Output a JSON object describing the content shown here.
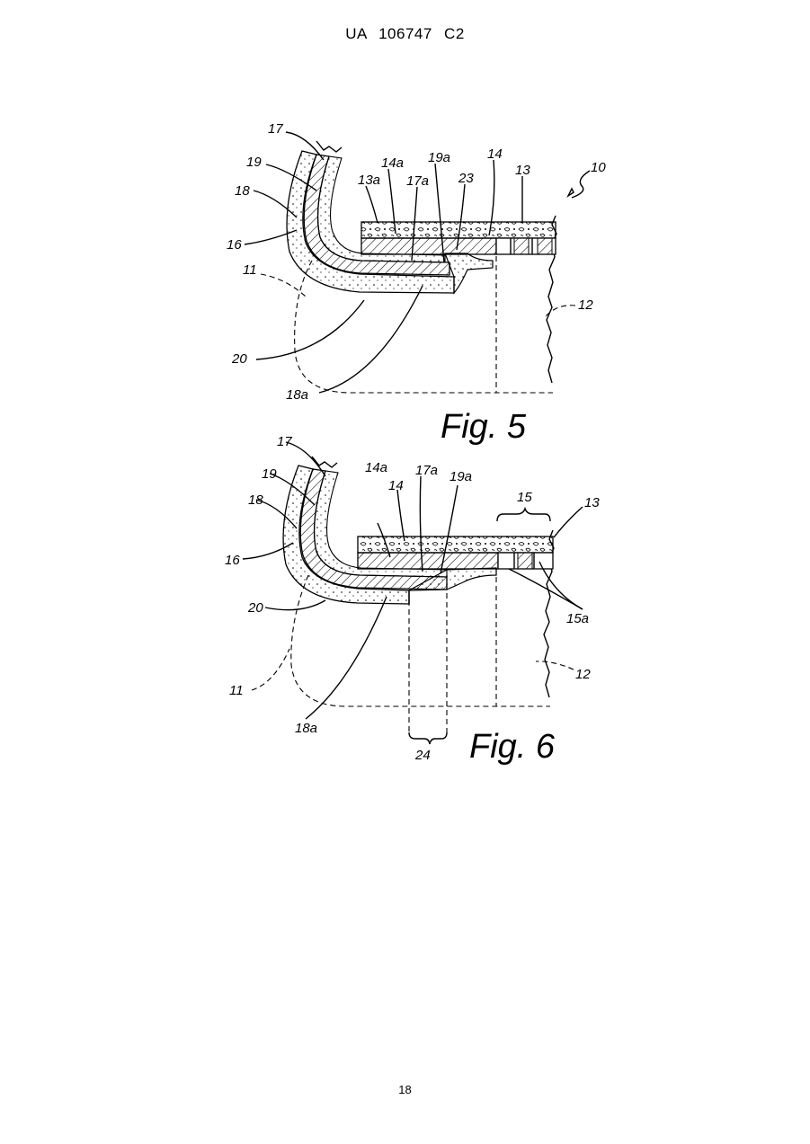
{
  "header": {
    "publication": "UA 106747 C2"
  },
  "page_number": "18",
  "figure5": {
    "caption": "Fig. 5",
    "labels": {
      "l17": "17",
      "l19": "19",
      "l18": "18",
      "l16": "16",
      "l11": "11",
      "l13a": "13a",
      "l14a": "14a",
      "l17a": "17a",
      "l19a": "19a",
      "l23": "23",
      "l14": "14",
      "l13": "13",
      "l10": "10",
      "l12": "12",
      "l20": "20",
      "l18a": "18a"
    }
  },
  "figure6": {
    "caption": "Fig. 6",
    "labels": {
      "l17": "17",
      "l19": "19",
      "l18": "18",
      "l16": "16",
      "l20": "20",
      "l11": "11",
      "l14a": "14a",
      "l14": "14",
      "l17a": "17a",
      "l19a": "19a",
      "l15": "15",
      "l13": "13",
      "l15a": "15a",
      "l12": "12",
      "l18a": "18a",
      "l24": "24"
    }
  }
}
